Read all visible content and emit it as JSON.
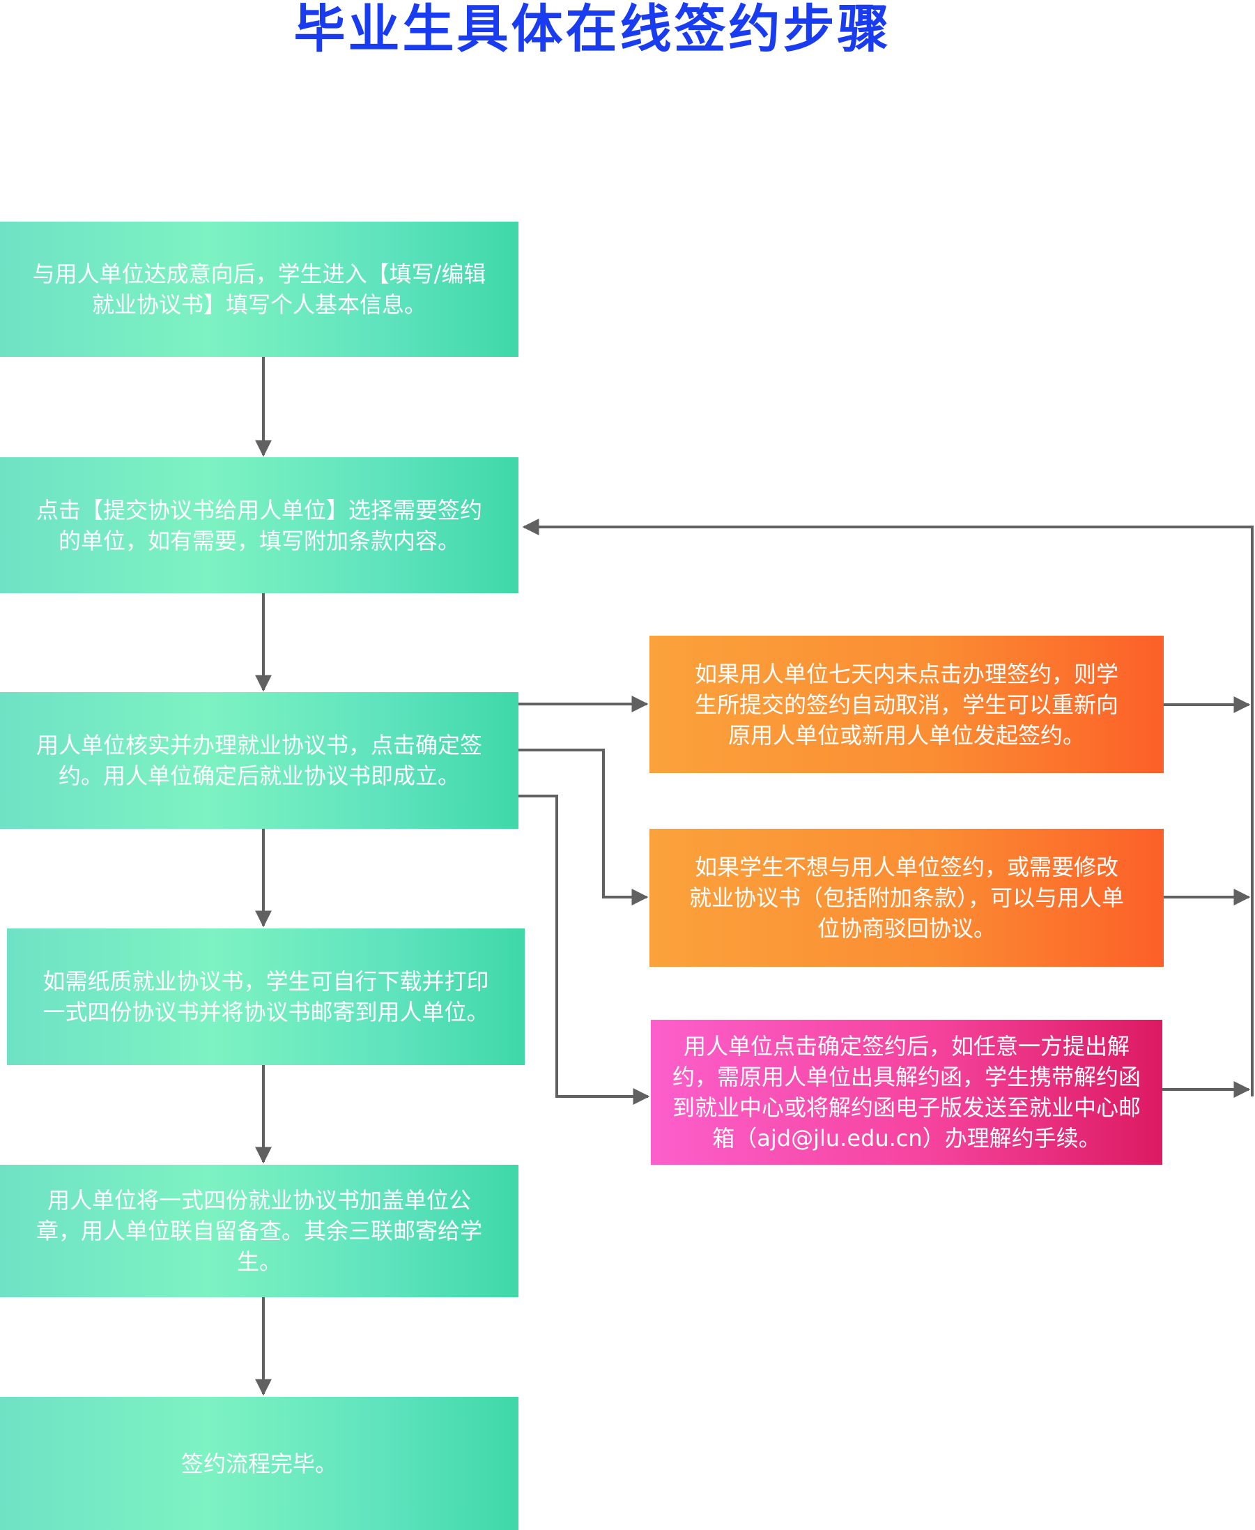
{
  "title": "毕业生具体在线签约步骤",
  "steps": [
    {
      "text": "与用人单位达成意向后，学生进入【填写/编辑就业协议书】填写个人基本信息。"
    },
    {
      "text": "点击【提交协议书给用人单位】选择需要签约的单位，如有需要，填写附加条款内容。"
    },
    {
      "text": "用人单位核实并办理就业协议书，点击确定签约。用人单位确定后就业协议书即成立。"
    },
    {
      "text": "如需纸质就业协议书，学生可自行下载并打印一式四份协议书并将协议书邮寄到用人单位。"
    },
    {
      "text": "用人单位将一式四份就业协议书加盖单位公章，用人单位联自留备查。其余三联邮寄给学生。"
    },
    {
      "text": "签约流程完毕。"
    }
  ],
  "side_notes": [
    {
      "text": "如果用人单位七天内未点击办理签约，则学生所提交的签约自动取消，学生可以重新向原用人单位或新用人单位发起签约。",
      "color": "#fb8d33"
    },
    {
      "text": "如果学生不想与用人单位签约，或需要修改就业协议书（包括附加条款），可以与用人单位协商驳回协议。",
      "color": "#fb8d33"
    },
    {
      "text": "用人单位点击确定签约后，如任意一方提出解约，需原用人单位出具解约函，学生携带解约函到就业中心或将解约函电子版发送至就业中心邮箱（ajd@jlu.edu.cn）办理解约手续。",
      "color": "#f5439d"
    }
  ],
  "colors": {
    "title": "#1a3cf0",
    "step_green": "#6fe2c5",
    "arrow": "#616161"
  }
}
